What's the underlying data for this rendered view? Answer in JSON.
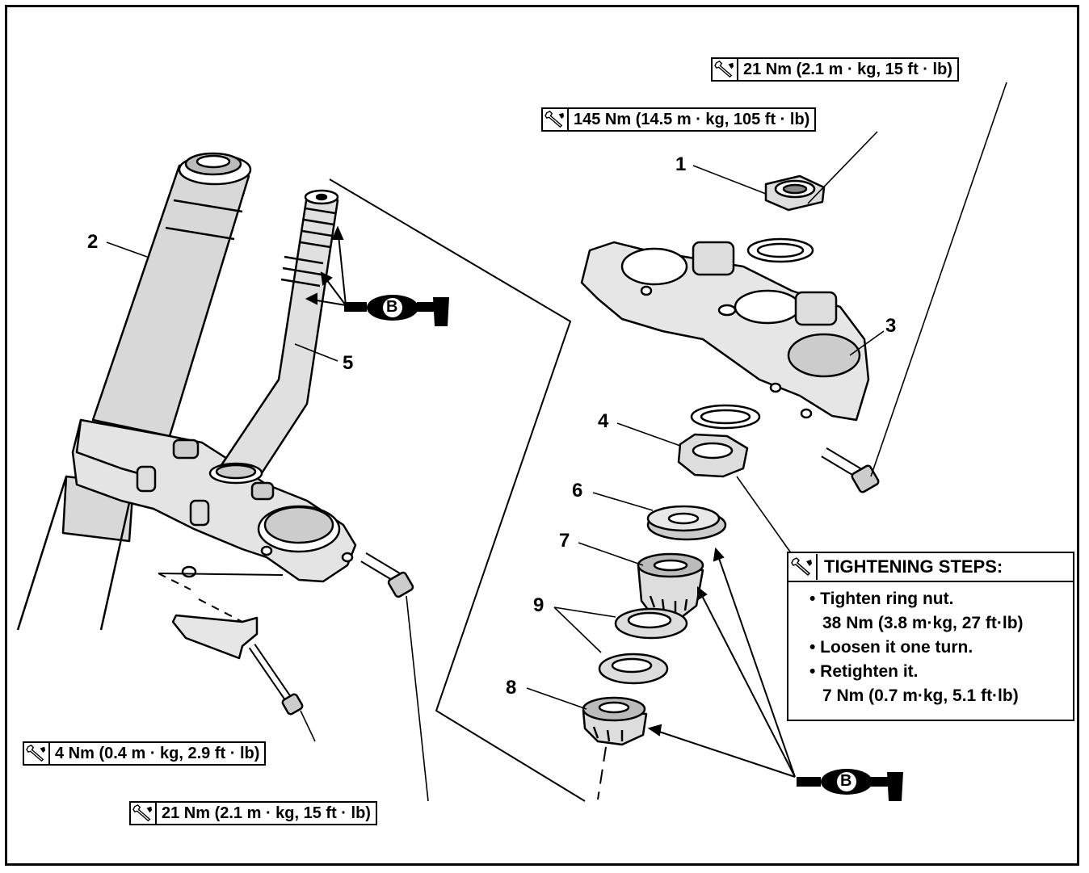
{
  "callouts": {
    "n1": "1",
    "n2": "2",
    "n3": "3",
    "n4": "4",
    "n5": "5",
    "n6": "6",
    "n7": "7",
    "n8": "8",
    "n9": "9"
  },
  "torque_labels": {
    "top_bolt": "21 Nm (2.1 m · kg, 15 ft · lb)",
    "steering_nut": "145 Nm (14.5 m · kg, 105 ft · lb)",
    "small_bolt": "4 Nm (0.4 m · kg, 2.9 ft · lb)",
    "lower_bolt": "21 Nm (2.1 m · kg, 15 ft · lb)"
  },
  "grease_symbol": {
    "letter_upper": "B",
    "letter_lower": "B"
  },
  "tightening_steps": {
    "title": "TIGHTENING STEPS:",
    "step1": "• Tighten ring nut.",
    "step1_value": "38 Nm (3.8 m·kg, 27 ft·lb)",
    "step2": "• Loosen it one turn.",
    "step3": "• Retighten it.",
    "step3_value": "7 Nm (0.7 m·kg, 5.1 ft·lb)"
  },
  "icons": {
    "torque": "torque-wrench-icon",
    "grease": "grease-gun-icon"
  },
  "colors": {
    "ink": "#000000",
    "paper": "#ffffff",
    "shade": "#d4d4d4"
  }
}
